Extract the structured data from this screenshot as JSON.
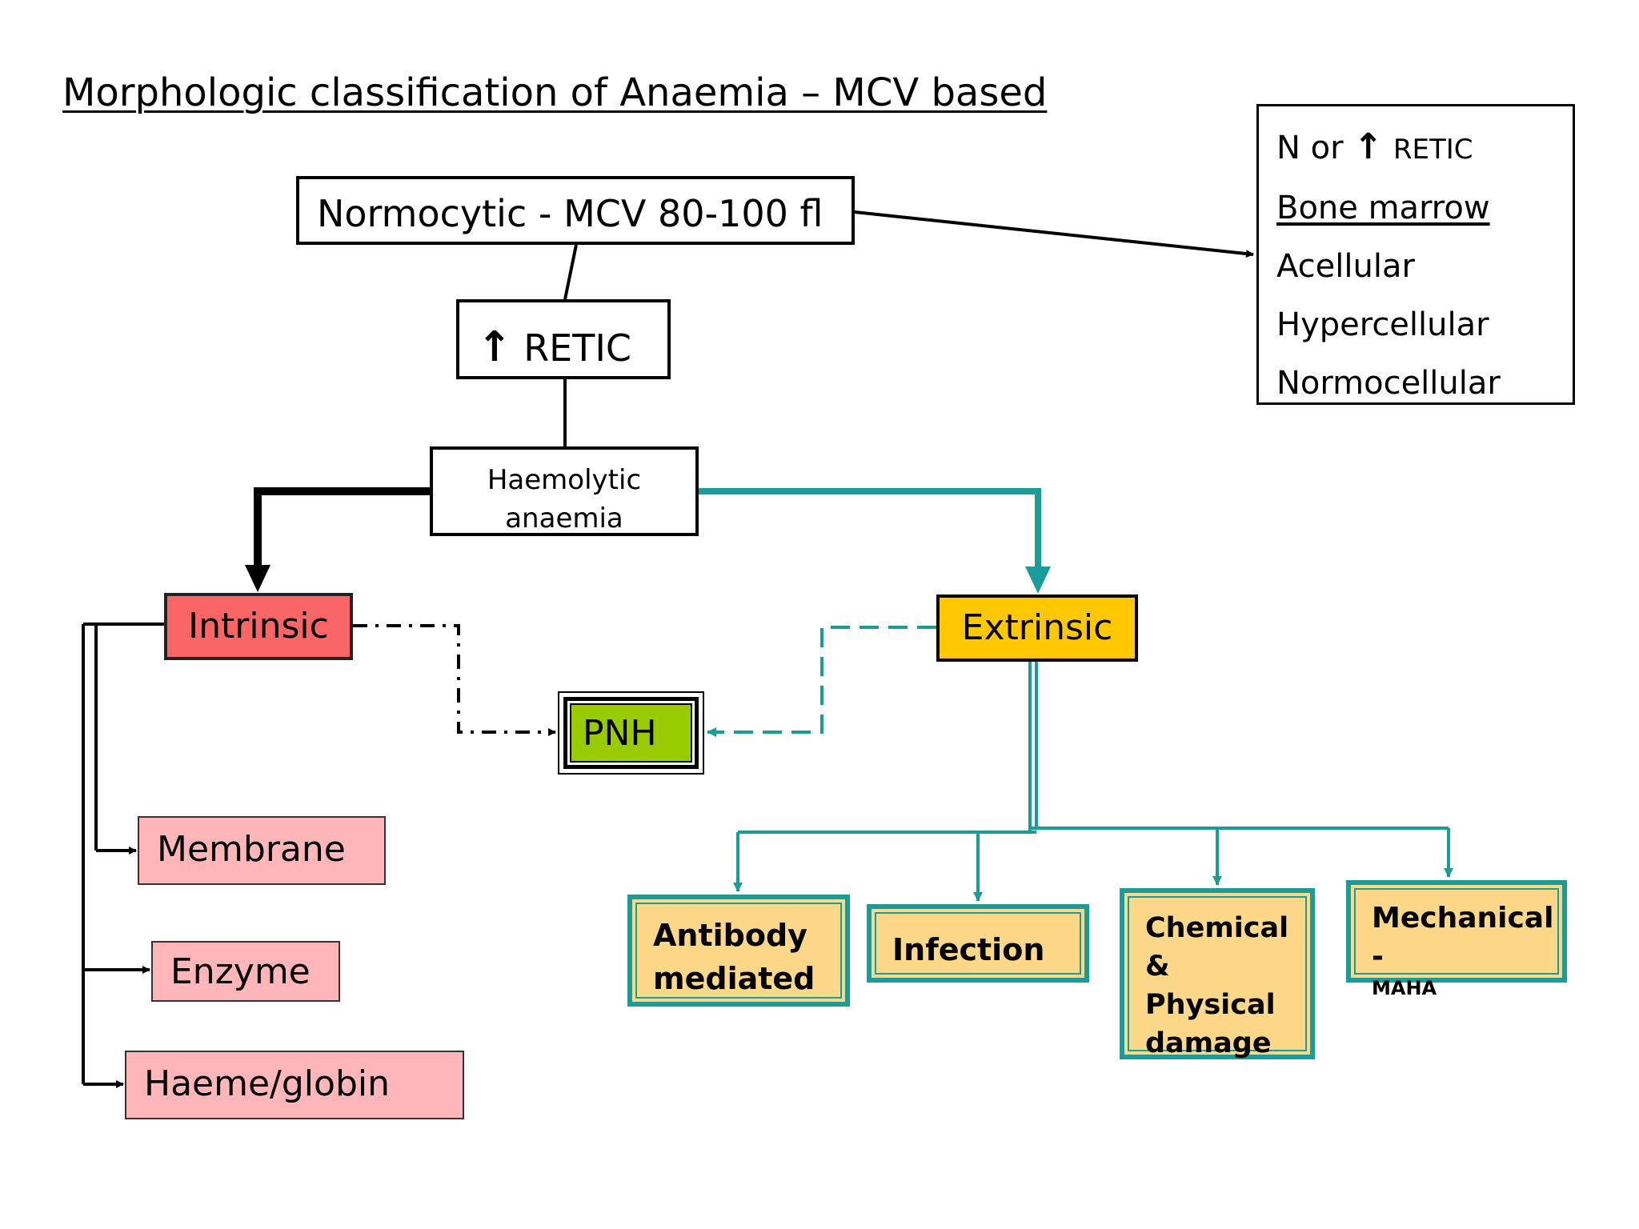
{
  "title": "Morphologic classification of Anaemia – MCV based",
  "nodes": {
    "normocytic": "Normocytic - MCV 80-100 fl",
    "retic_up": {
      "arrow": "↑",
      "label": "RETIC"
    },
    "haemolytic": {
      "line1": "Haemolytic",
      "line2": "anaemia"
    },
    "intrinsic": "Intrinsic",
    "extrinsic": "Extrinsic",
    "pnh": "PNH",
    "intrinsic_children": [
      "Membrane",
      "Enzyme",
      "Haeme/globin"
    ],
    "extrinsic_children": {
      "antibody": {
        "line1": "Antibody",
        "line2": "mediated"
      },
      "infection": "Infection",
      "chemical": {
        "line1": "Chemical &",
        "line2": "Physical",
        "line3": "damage"
      },
      "mechanical": {
        "line1": "Mechanical -",
        "line2": "MAHA"
      }
    }
  },
  "side_box": {
    "retic_line": {
      "prefix": "N or",
      "arrow": "↑",
      "label": "RETIC"
    },
    "heading": "Bone marrow",
    "items": [
      "Acellular",
      "Hypercellular",
      "Normocellular"
    ]
  },
  "colors": {
    "intrinsic": "#fa6565",
    "extrinsic": "#ffc800",
    "pnh": "#99cc00",
    "pink_box": "#ffb6b9",
    "cause_fill": "#fdd888",
    "teal": "#1a9c98"
  }
}
